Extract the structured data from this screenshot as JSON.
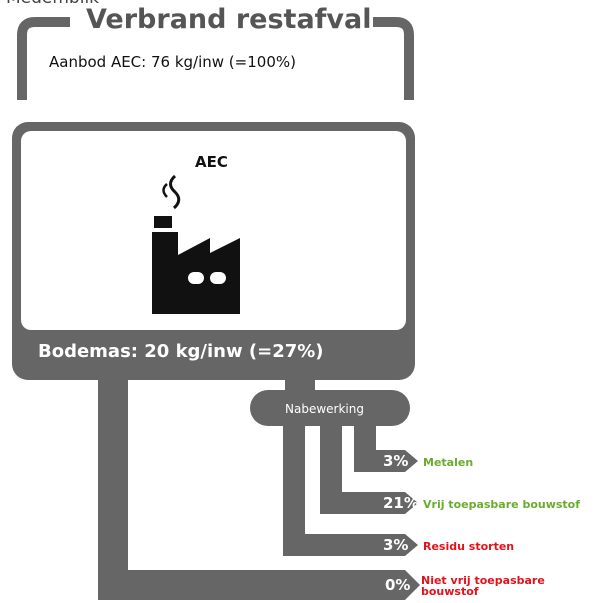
{
  "top_label": "Medemblik",
  "title": "Verbrand restafval",
  "supply_text": "Aanbod AEC:  76 kg/inw (=100%)",
  "facility": {
    "label": "AEC",
    "icon": "factory-icon"
  },
  "bottom_ash_text": "Bodemas: 20 kg/inw (=27%)",
  "post_processing_label": "Nabewerking",
  "outputs": [
    {
      "percent": "3%",
      "label": "Metalen",
      "color": "#6aac2e"
    },
    {
      "percent": "21%",
      "label": "Vrij toepasbare bouwstof",
      "color": "#6aac2e"
    },
    {
      "percent": "3%",
      "label": "Residu storten",
      "color": "#e3121a"
    },
    {
      "percent": "0%",
      "label": "Niet vrij toepasbare bouwstof",
      "color": "#e3121a"
    }
  ],
  "colors": {
    "flow": "#666666",
    "green": "#6aac2e",
    "red": "#e3121a"
  }
}
